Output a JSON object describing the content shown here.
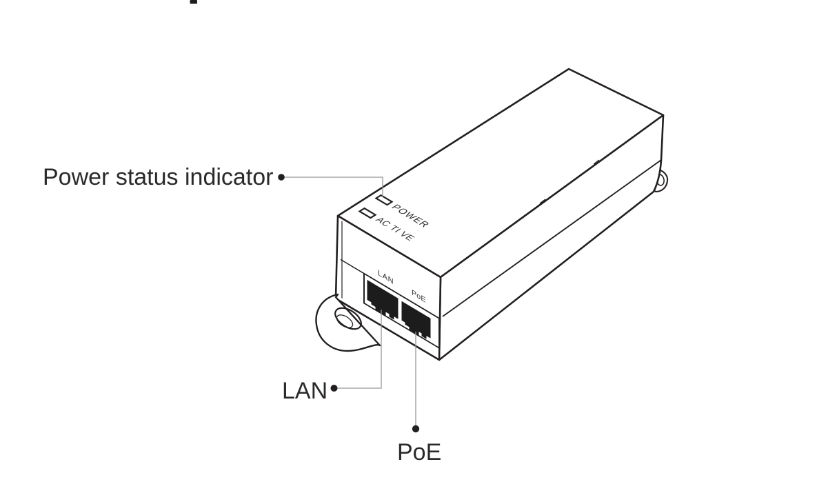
{
  "callouts": {
    "power_status": {
      "label": "Power status indicator"
    },
    "lan": {
      "label": "LAN"
    },
    "poe": {
      "label": "PoE"
    }
  },
  "device": {
    "indicators": {
      "power": "POWER",
      "active": "AC TI VE"
    },
    "ports": {
      "lan": "LAN",
      "poe": "PoE"
    }
  },
  "colors": {
    "background": "#ffffff",
    "outline": "#231f20",
    "leader_line": "#96989b",
    "callout_text": "#2a2a2a",
    "port_fill": "#1c1c1c"
  }
}
